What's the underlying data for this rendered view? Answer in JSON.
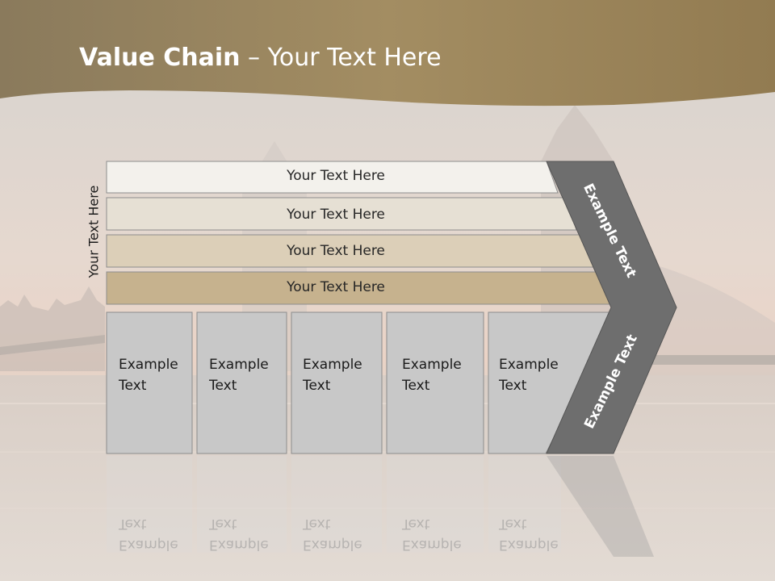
{
  "title": {
    "bold": "Value Chain",
    "rest": " – Your Text Here"
  },
  "side_label": "Your Text Here",
  "bands": [
    "Your Text Here",
    "Your Text Here",
    "Your Text Here",
    "Your Text Here"
  ],
  "boxes": [
    {
      "l1": "Example",
      "l2": "Text"
    },
    {
      "l1": "Example",
      "l2": "Text"
    },
    {
      "l1": "Example",
      "l2": "Text"
    },
    {
      "l1": "Example",
      "l2": "Text"
    },
    {
      "l1": "Example",
      "l2": "Text"
    }
  ],
  "chevron_top": "Example Text",
  "chevron_bottom": "Example Text",
  "colors": {
    "header": "#9a8357",
    "band1": "#f3f1ec",
    "band2": "#e6e0d4",
    "band3": "#dccfb8",
    "band4": "#c6b28e",
    "box": "#c8c8c8",
    "chevron": "#6e6e6e"
  }
}
